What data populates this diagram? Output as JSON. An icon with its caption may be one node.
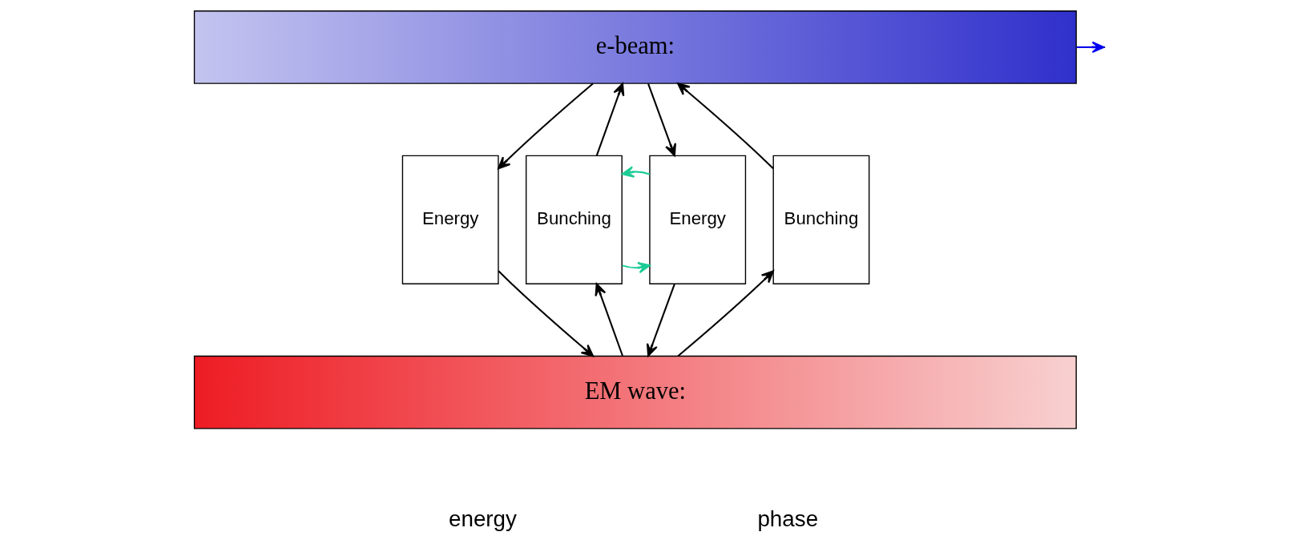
{
  "diagram": {
    "nodes": [
      {
        "text": [
          "e-beam:"
        ]
      },
      {
        "text": [
          "Energy"
        ]
      },
      {
        "text": [
          "Bunching"
        ]
      },
      {
        "text": [
          "Energy"
        ]
      },
      {
        "text": [
          "Bunching"
        ]
      },
      {
        "text": [
          "EM wave:"
        ]
      }
    ],
    "edges": [
      {
        "from": 0,
        "to": null,
        "arrow": "to",
        "color": "#0000ee"
      },
      {
        "from": 0,
        "to": 1,
        "arrow": "to"
      },
      {
        "from": 1,
        "to": 5,
        "arrow": "to"
      },
      {
        "from": 5,
        "to": 2,
        "arrow": "to"
      },
      {
        "from": 2,
        "to": 0,
        "arrow": "to"
      },
      {
        "from": 2,
        "to": 3,
        "arrow": "to",
        "color": "#1ccc96"
      },
      {
        "from": 0,
        "to": 3,
        "arrow": "to"
      },
      {
        "from": 3,
        "to": 5,
        "arrow": "to"
      },
      {
        "from": 3,
        "to": 2,
        "arrow": "to",
        "color": "#1ccc96"
      },
      {
        "from": 5,
        "to": 4,
        "arrow": "to"
      },
      {
        "from": 4,
        "to": 0,
        "arrow": "to"
      }
    ],
    "labels": [
      "energy",
      "phase"
    ]
  }
}
